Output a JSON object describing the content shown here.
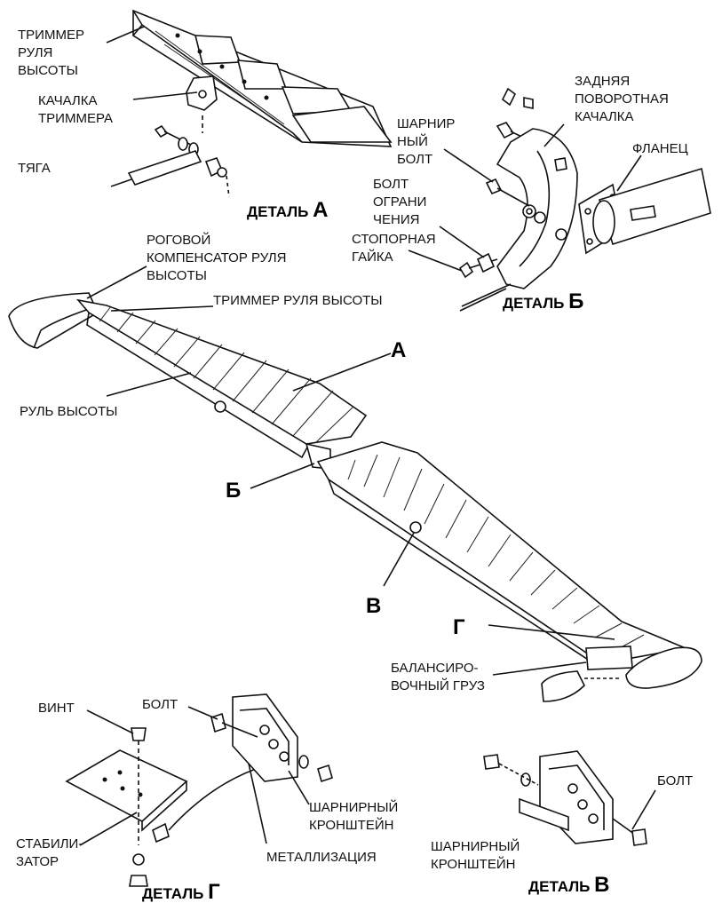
{
  "labels": {
    "trimmer_tab_top": [
      "ТРИММЕР",
      "РУЛЯ",
      "ВЫСОТЫ"
    ],
    "trim_rocker": [
      "КАЧАЛКА",
      "ТРИММЕРА"
    ],
    "rod": "ТЯГА",
    "hinge_bolt": [
      "ШАРНИР",
      "НЫЙ",
      "БОЛТ"
    ],
    "rear_rocker": [
      "ЗАДНЯЯ",
      "ПОВОРОТНАЯ",
      "КАЧАЛКА"
    ],
    "flange": "ФЛАНЕЦ",
    "limit_bolt": [
      "БОЛТ",
      "ОГРАНИ",
      "ЧЕНИЯ"
    ],
    "lock_nut": [
      "СТОПОРНАЯ",
      "ГАЙКА"
    ],
    "horn_balance": [
      "РОГОВОЙ",
      "КОМПЕНСАТОР  РУЛЯ",
      "ВЫСОТЫ"
    ],
    "trimmer_tab_main": "ТРИММЕР РУЛЯ ВЫСОТЫ",
    "elevator": "РУЛЬ ВЫСОТЫ",
    "balance_weight": [
      "БАЛАНСИРО-",
      "ВОЧНЫЙ ГРУЗ"
    ],
    "screw": "ВИНТ",
    "bolt_g": "БОЛТ",
    "bolt_v": "БОЛТ",
    "hinge_bracket_g": [
      "ШАРНИРНЫЙ",
      "КРОНШТЕЙН"
    ],
    "hinge_bracket_v": [
      "ШАРНИРНЫЙ",
      "КРОНШТЕЙН"
    ],
    "bonding": "МЕТАЛЛИЗАЦИЯ",
    "stabilizer": [
      "СТАБИЛИ-",
      "ЗАТОР"
    ]
  },
  "callouts": {
    "a": "А",
    "b": "Б",
    "v": "В",
    "g": "Г"
  },
  "details": {
    "a": {
      "word": "ДЕТАЛЬ",
      "letter": "А"
    },
    "b": {
      "word": "ДЕТАЛЬ",
      "letter": "Б"
    },
    "g": {
      "word": "ДЕТАЛЬ",
      "letter": "Г"
    },
    "v": {
      "word": "ДЕТАЛЬ",
      "letter": "В"
    }
  }
}
